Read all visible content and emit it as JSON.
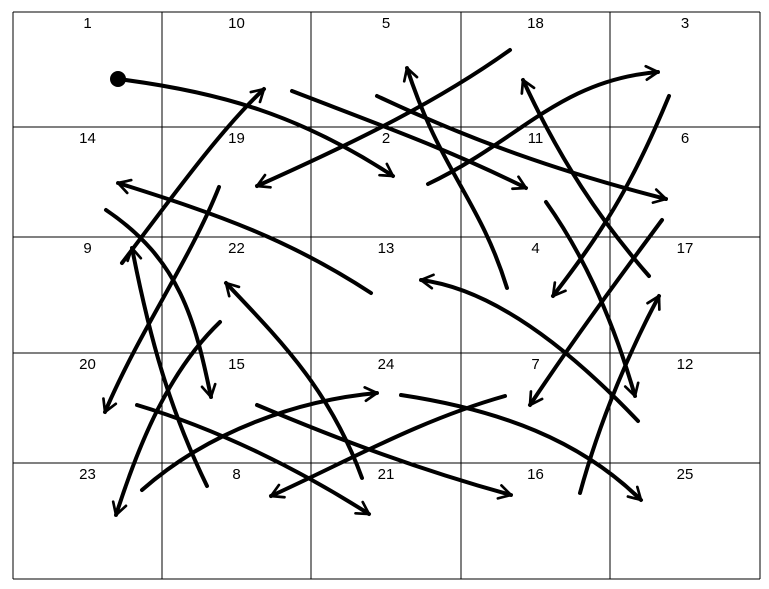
{
  "grid": {
    "rows": 5,
    "cols": 5,
    "cells": [
      [
        "1",
        "10",
        "5",
        "18",
        "3"
      ],
      [
        "14",
        "19",
        "2",
        "11",
        "6"
      ],
      [
        "9",
        "22",
        "13",
        "4",
        "17"
      ],
      [
        "20",
        "15",
        "24",
        "7",
        "12"
      ],
      [
        "23",
        "8",
        "21",
        "16",
        "25"
      ]
    ]
  },
  "path": {
    "start_cell": "1",
    "sequence": [
      "1",
      "2",
      "3",
      "4",
      "5",
      "6",
      "7",
      "8",
      "9",
      "10",
      "11",
      "12",
      "13",
      "14",
      "15",
      "16",
      "17",
      "18",
      "19",
      "20",
      "21",
      "22",
      "23",
      "24",
      "25"
    ]
  },
  "colors": {
    "ink": "#000000",
    "background": "#ffffff"
  }
}
